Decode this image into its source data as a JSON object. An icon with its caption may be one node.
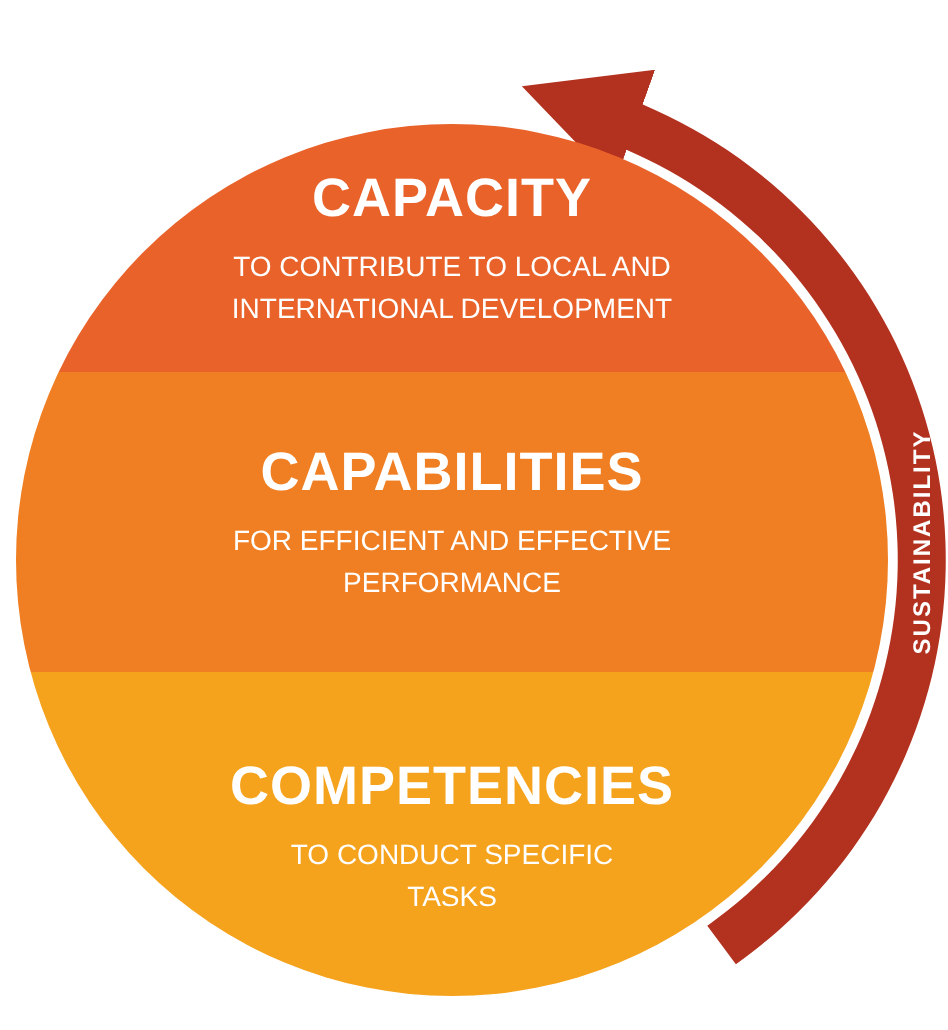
{
  "diagram": {
    "nodes": [
      {
        "text": [
          "CAPACITY",
          "TO CONTRIBUTE TO LOCAL AND INTERNATIONAL DEVELOPMENT"
        ]
      },
      {
        "text": [
          "CAPABILITIES",
          "FOR EFFICIENT AND EFFECTIVE PERFORMANCE"
        ]
      },
      {
        "text": [
          "COMPETENCIES",
          "TO CONDUCT SPECIFIC TASKS"
        ]
      }
    ],
    "edges": [
      {
        "from": 2,
        "to": 0,
        "arrow": "to",
        "label": "SUSTAINABILITY"
      }
    ]
  }
}
